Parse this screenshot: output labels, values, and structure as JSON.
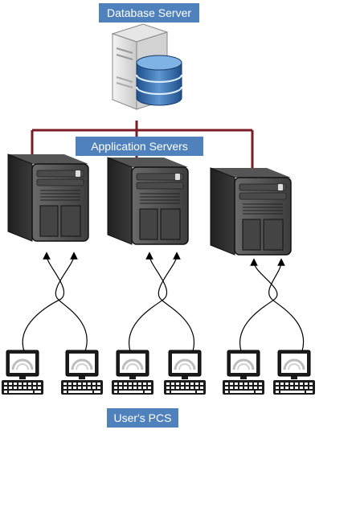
{
  "labels": {
    "database_server": "Database Server",
    "application_servers": "Application Servers",
    "users_pcs": "User's PCS"
  },
  "colors": {
    "label_fill": "#4f81bd",
    "label_text": "#ffffff",
    "server_link": "#7b1c24",
    "user_link": "#000000"
  },
  "icons": {
    "database_server": "server-with-database-icon",
    "application_server": "tower-server-icon",
    "user_pc": "desktop-pc-icon"
  }
}
